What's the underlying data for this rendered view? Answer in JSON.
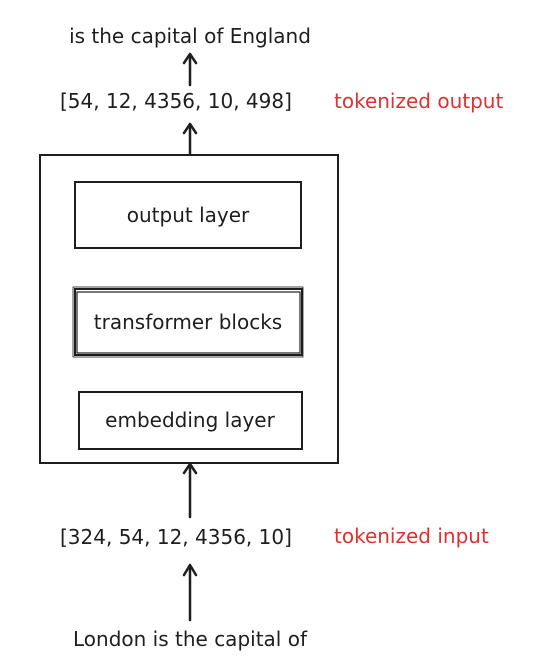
{
  "output_text": "is the capital of England",
  "tokenized_output": {
    "tokens": "[54, 12, 4356, 10, 498]",
    "label": "tokenized output"
  },
  "layers": {
    "output": "output layer",
    "transformer": "transformer blocks",
    "embedding": "embedding layer"
  },
  "tokenized_input": {
    "tokens": "[324, 54, 12, 4356, 10]",
    "label": "tokenized input"
  },
  "input_text": "London is the capital of",
  "colors": {
    "ink": "#1e1e1e",
    "annotation": "#e03131"
  }
}
